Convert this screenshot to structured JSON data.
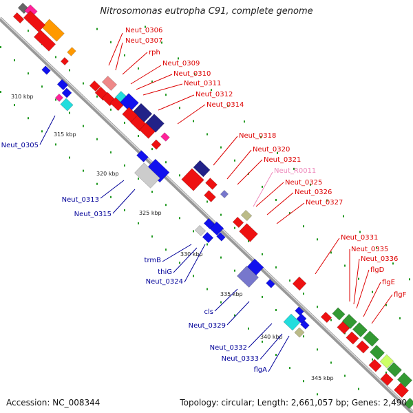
{
  "title": "Nitrosomonas eutropha C91, complete genome",
  "footer": {
    "accession": "Accession: NC_008344",
    "summary": "Topology: circular; Length: 2,661,057 bp; Genes: 2,490"
  },
  "tick_labels": [
    "310 kbp",
    "315 kbp",
    "320 kbp",
    "325 kbp",
    "330 kbp",
    "335 kbp",
    "340 kbp",
    "345 kbp"
  ],
  "red_labels": [
    "Neut_0306",
    "Neut_0307",
    "rph",
    "Neut_0309",
    "Neut_0310",
    "Neut_0311",
    "Neut_0312",
    "Neut_0314",
    "Neut_0318",
    "Neut_0320",
    "Neut_0321",
    "Neut_0325",
    "Neut_0326",
    "Neut_0327",
    "Neut_0331",
    "Neut_0335",
    "Neut_0336",
    "flgD",
    "flgE",
    "flgF"
  ],
  "pink_labels": [
    "Neut_R0011"
  ],
  "blue_labels": [
    "Neut_0305",
    "Neut_0313",
    "Neut_0315",
    "trmB",
    "thiG",
    "Neut_0324",
    "cls",
    "Neut_0329",
    "Neut_0332",
    "Neut_0333",
    "flgA"
  ],
  "colors": {
    "forward_gene": "#ee1111",
    "reverse_gene": "#1111ee",
    "backbone": "#999999",
    "label_red": "#dd0000",
    "label_blue": "#000099",
    "label_pink": "#ee88bb",
    "cog_green": "#339933",
    "cog_orange": "#ff9900",
    "cog_magenta": "#ff2299",
    "cog_cyan": "#22dddd",
    "cog_navy": "#222288",
    "cog_slate": "#7777cc"
  }
}
